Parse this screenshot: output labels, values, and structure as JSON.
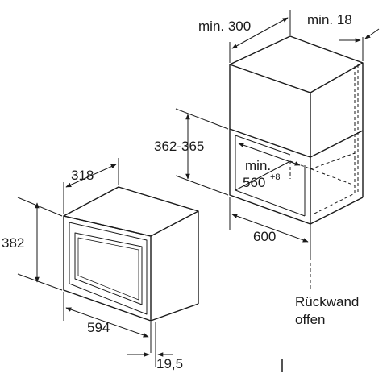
{
  "labels": {
    "depth_appliance": "318",
    "height_appliance": "382",
    "width_appliance": "594",
    "frame_offset": "19,5",
    "niche_height": "362-365",
    "niche_depth_min": "min. 300",
    "rear_gap_min": "min. 18",
    "inner_depth_min_prefix": "min.",
    "inner_depth_min_value": "560",
    "inner_depth_min_tolerance": "+8",
    "niche_width": "600",
    "back_wall_line1": "Rückwand",
    "back_wall_line2": "offen"
  }
}
